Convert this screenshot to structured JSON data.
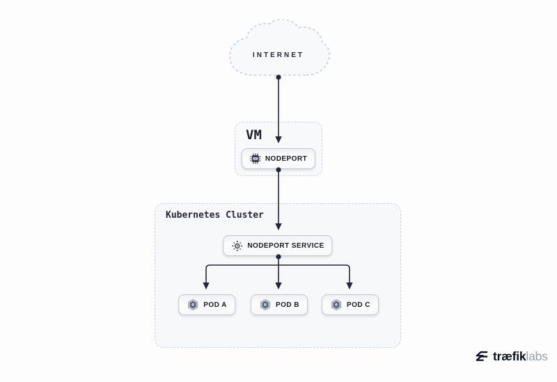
{
  "internet": {
    "label": "INTERNET"
  },
  "vm": {
    "label": "VM",
    "badge": {
      "label": "NODEPORT",
      "icon": "cpu-chip-icon"
    }
  },
  "cluster": {
    "label": "Kubernetes Cluster",
    "service_badge": {
      "label": "NODEPORT SERVICE",
      "icon": "service-hub-icon"
    },
    "pods": [
      {
        "label": "POD A",
        "icon": "pod-hexagon-icon"
      },
      {
        "label": "POD B",
        "icon": "pod-hexagon-icon"
      },
      {
        "label": "POD C",
        "icon": "pod-hexagon-icon"
      }
    ]
  },
  "branding": {
    "brand": "træfik",
    "suffix": "labs"
  },
  "colors": {
    "background": "#fdfdfd",
    "container_fill": "#f7f8fa",
    "dashed_border": "#ccd2db",
    "badge_border": "#c2c8d2",
    "text_dark": "#1b1e2b",
    "arrow": "#232838",
    "pod_icon_outer": "#b7bdc7",
    "pod_icon_inner": "#596070",
    "brand_dark": "#0c0e22",
    "brand_gray": "#9aa0a8"
  }
}
